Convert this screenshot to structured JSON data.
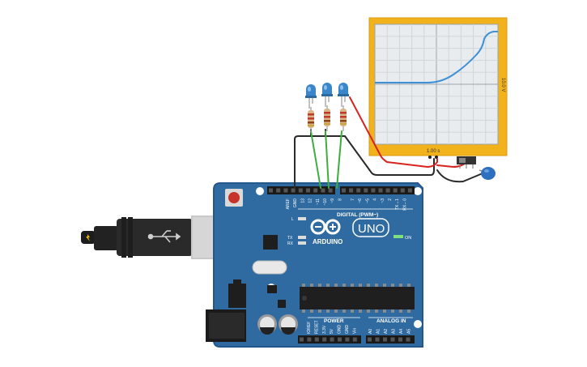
{
  "board": {
    "brand": "ARDUINO",
    "model": "UNO",
    "on_label": "ON",
    "digital_header": "DIGITAL (PWM~)",
    "power_header": "POWER",
    "analog_header": "ANALOG IN",
    "led_l": "L",
    "led_tx": "TX",
    "led_rx": "RX",
    "digital_pins": [
      "AREF",
      "GND",
      "13",
      "12",
      "~11",
      "~10",
      "~9",
      "8",
      "7",
      "~6",
      "~5",
      "4",
      "~3",
      "2",
      "TX→1",
      "RX←0"
    ],
    "power_pins": [
      "IOREF",
      "RESET",
      "3.3V",
      "5V",
      "GND",
      "GND",
      "Vin"
    ],
    "analog_pins": [
      "A0",
      "A1",
      "A2",
      "A3",
      "A4",
      "A5"
    ]
  },
  "oscilloscope": {
    "time_label": "1.00 s",
    "volt_label": "10.0 V",
    "frame_color": "#f2b21c",
    "trace_color": "#3d8fd6"
  },
  "components": {
    "led_color": "#3a86c8",
    "wire_green": "#3cae3c",
    "wire_red": "#d8231e",
    "wire_black": "#2a2a2a",
    "capacitor_color": "#2f6fbf"
  }
}
